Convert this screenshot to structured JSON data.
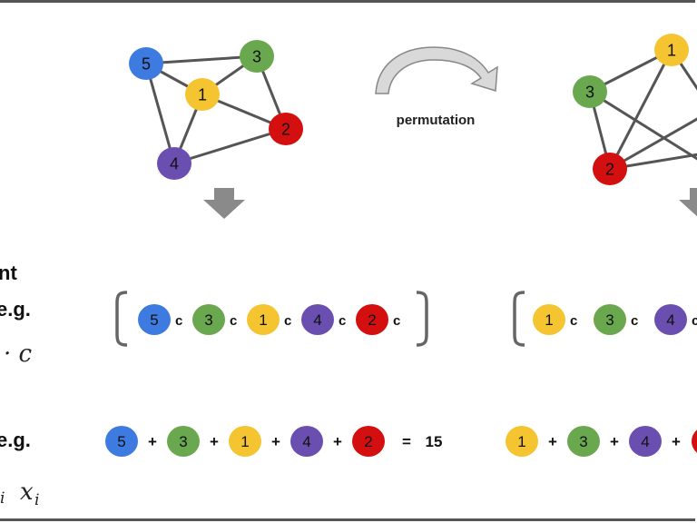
{
  "colors": {
    "1": "#f4c431",
    "2": "#d40f0f",
    "3": "#6aa84f",
    "4": "#6b4fb0",
    "5": "#3d7be0",
    "edge": "#555555",
    "arrow_fill": "#d9d9d9",
    "arrow_stroke": "#888888"
  },
  "arrow_label": "permutation",
  "left_labels": {
    "row1_line1": "nt",
    "row1_line2": "e.g.",
    "row1_math": "· c",
    "row2_line1": "e.g.",
    "row2_math": "x",
    "row2_math_sub": "i",
    "row2_math_prefix_sub": "i"
  },
  "concat_suffix": "c",
  "sum_ops": {
    "plus": "+",
    "equals": "=",
    "result": "15"
  },
  "graph_left": {
    "nodes": [
      "5",
      "3",
      "1",
      "2",
      "4"
    ],
    "edges": [
      [
        "5",
        "3"
      ],
      [
        "5",
        "1"
      ],
      [
        "5",
        "4"
      ],
      [
        "3",
        "1"
      ],
      [
        "3",
        "2"
      ],
      [
        "1",
        "2"
      ],
      [
        "1",
        "4"
      ],
      [
        "4",
        "2"
      ]
    ]
  },
  "graph_right": {
    "nodes": [
      "1",
      "3",
      "2"
    ]
  },
  "sequence_left": [
    "5",
    "3",
    "1",
    "4",
    "2"
  ],
  "sequence_right_visible": [
    "1",
    "3",
    "4"
  ],
  "sum_left": [
    "5",
    "3",
    "1",
    "4",
    "2"
  ],
  "sum_right_visible": [
    "1",
    "3",
    "4"
  ]
}
